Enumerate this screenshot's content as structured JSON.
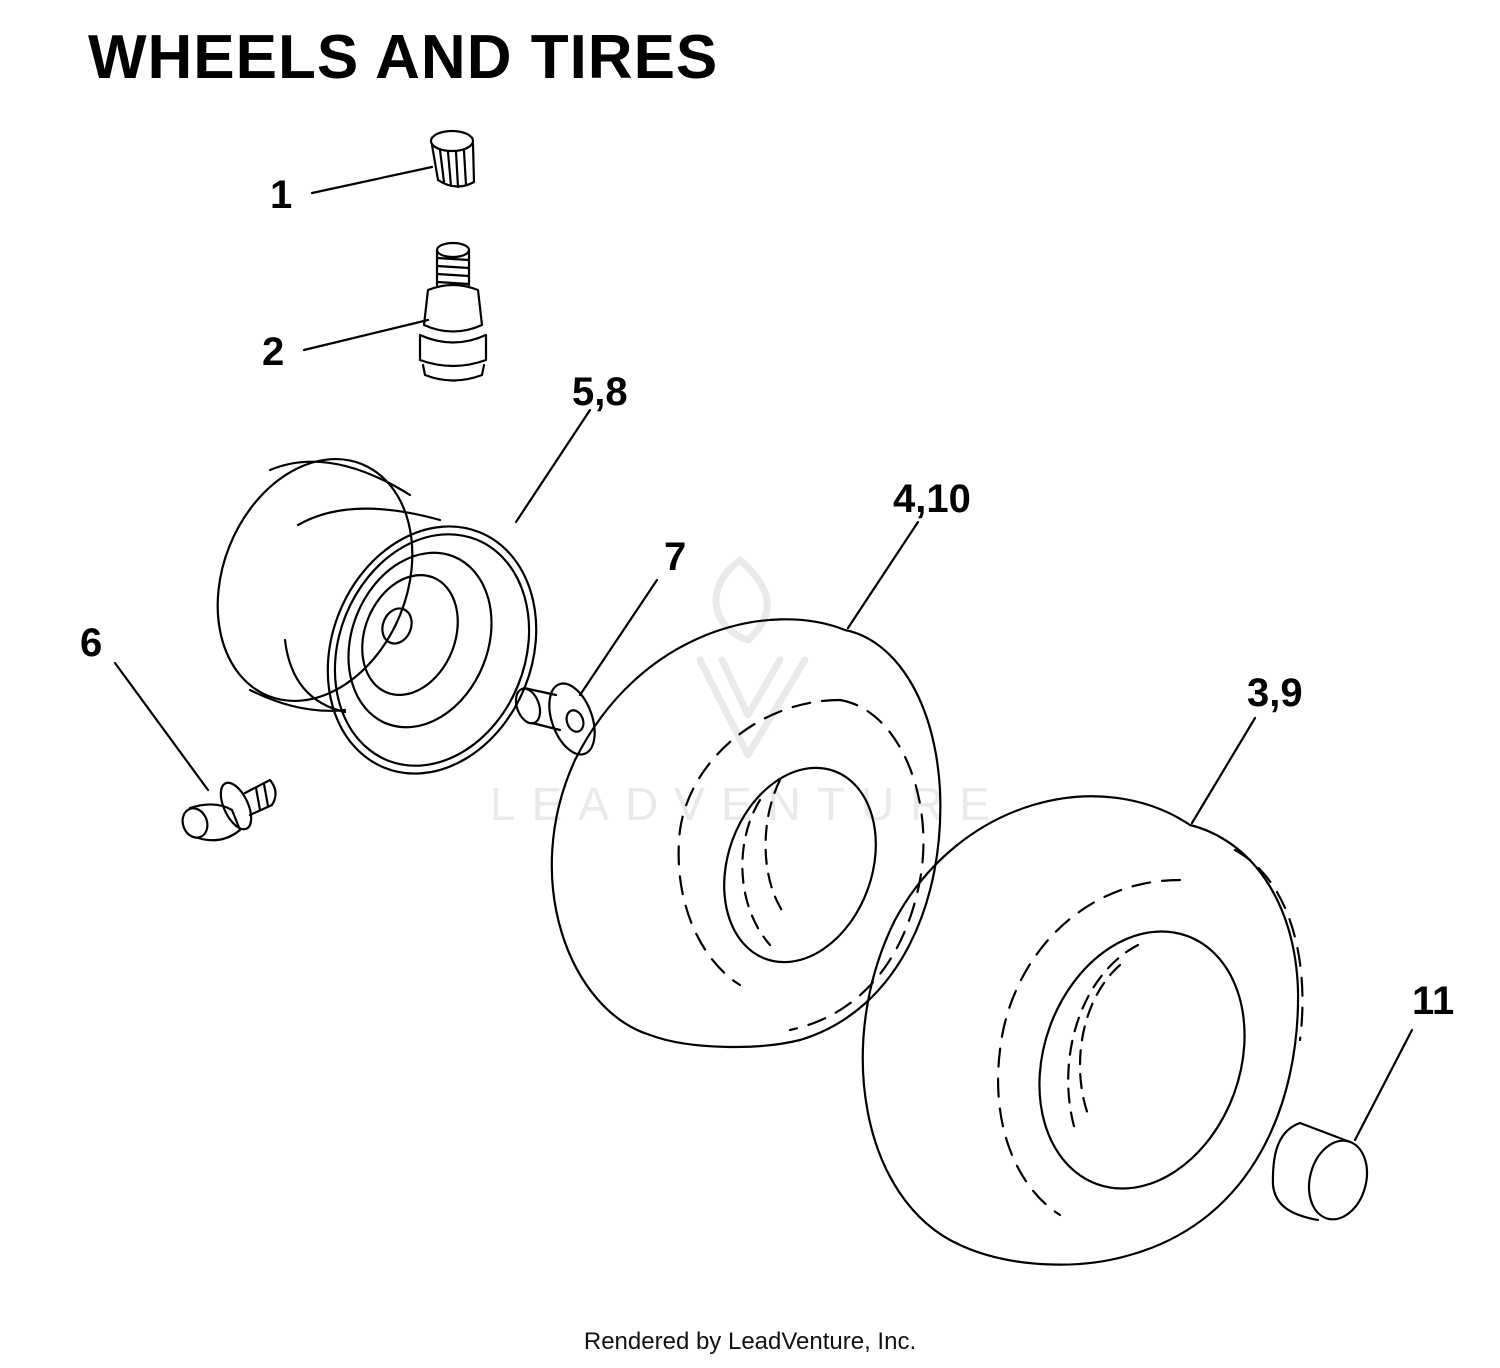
{
  "title": "WHEELS AND TIRES",
  "footer": "Rendered by LeadVenture, Inc.",
  "watermark": {
    "text": "LEADVENTURE",
    "color": "#e9e9e9"
  },
  "line_color": "#000000",
  "callouts": [
    {
      "id": "c1",
      "label": "1"
    },
    {
      "id": "c2",
      "label": "2"
    },
    {
      "id": "c58",
      "label": "5,8"
    },
    {
      "id": "c410",
      "label": "4,10"
    },
    {
      "id": "c7",
      "label": "7"
    },
    {
      "id": "c6",
      "label": "6"
    },
    {
      "id": "c39",
      "label": "3,9"
    },
    {
      "id": "c11",
      "label": "11"
    }
  ],
  "parts": [
    {
      "name": "valve-cap",
      "icon": "valve-cap-icon"
    },
    {
      "name": "valve-stem",
      "icon": "valve-stem-icon"
    },
    {
      "name": "wheel-rim",
      "icon": "rim-icon"
    },
    {
      "name": "grease-fitting",
      "icon": "grease-fitting-icon"
    },
    {
      "name": "bushing",
      "icon": "bushing-icon"
    },
    {
      "name": "tire-front",
      "icon": "tire-icon"
    },
    {
      "name": "tire-rear",
      "icon": "tire-icon"
    },
    {
      "name": "hub-cap",
      "icon": "cap-icon"
    }
  ]
}
